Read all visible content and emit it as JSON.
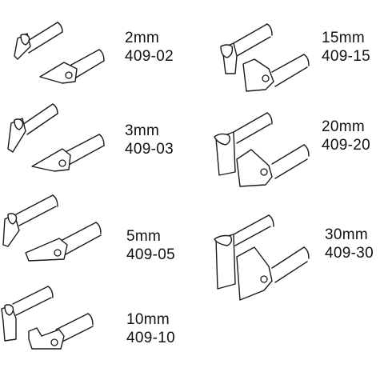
{
  "items": [
    {
      "size": "2mm",
      "part": "409-02"
    },
    {
      "size": "3mm",
      "part": "409-03"
    },
    {
      "size": "5mm",
      "part": "409-05"
    },
    {
      "size": "10mm",
      "part": "409-10"
    },
    {
      "size": "15mm",
      "part": "409-15"
    },
    {
      "size": "20mm",
      "part": "409-20"
    },
    {
      "size": "30mm",
      "part": "409-30"
    }
  ]
}
